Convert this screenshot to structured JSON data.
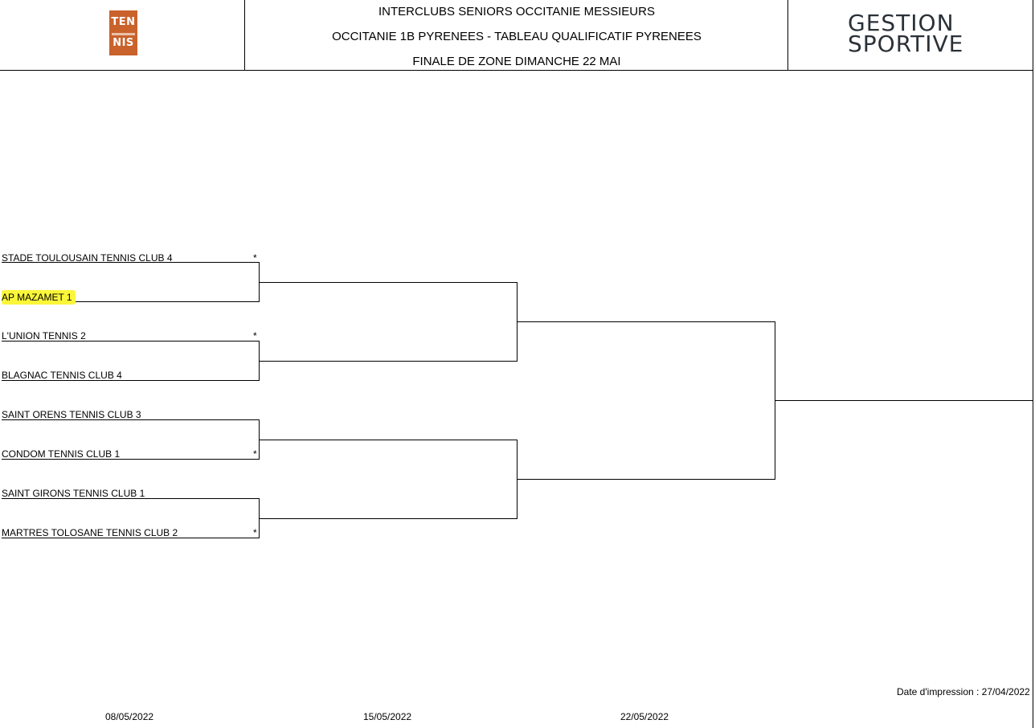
{
  "header": {
    "logo_left_line1": "TEN",
    "logo_left_line2": "NIS",
    "title_line1": "INTERCLUBS SENIORS OCCITANIE MESSIEURS",
    "title_line2": "OCCITANIE 1B PYRENEES - TABLEAU QUALIFICATIF PYRENEES",
    "title_line3": "FINALE DE ZONE DIMANCHE 22 MAI",
    "logo_right_line1": "GESTION",
    "logo_right_line2": "SPORTIVE"
  },
  "bracket": {
    "teams": [
      {
        "name": "STADE TOULOUSAIN TENNIS CLUB 4",
        "mark": "*"
      },
      {
        "name": "AP MAZAMET 1",
        "mark": "",
        "highlighted": true
      },
      {
        "name": "L'UNION TENNIS 2",
        "mark": "*"
      },
      {
        "name": "BLAGNAC TENNIS CLUB 4",
        "mark": ""
      },
      {
        "name": "SAINT ORENS TENNIS CLUB 3",
        "mark": ""
      },
      {
        "name": "CONDOM TENNIS CLUB 1",
        "mark": "*"
      },
      {
        "name": "SAINT GIRONS TENNIS CLUB 1",
        "mark": ""
      },
      {
        "name": "MARTRES TOLOSANE TENNIS CLUB 2",
        "mark": "*"
      }
    ],
    "highlight_color": "#fbf63a"
  },
  "footer": {
    "print_date": "Date d'impression : 27/04/2022",
    "round_dates": [
      "08/05/2022",
      "15/05/2022",
      "22/05/2022"
    ]
  }
}
